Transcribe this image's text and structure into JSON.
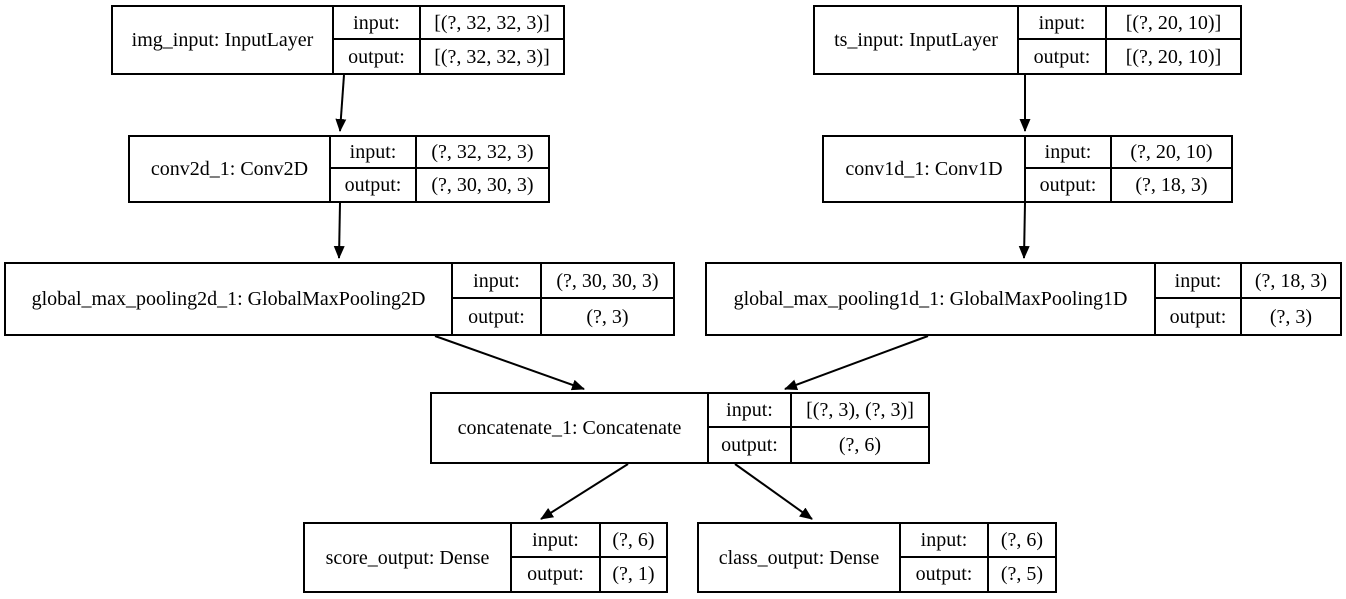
{
  "io": {
    "input_label": "input:",
    "output_label": "output:"
  },
  "colors": {
    "border": "#000000",
    "background": "#ffffff",
    "text": "#000000"
  },
  "nodes": [
    {
      "id": "img_input",
      "label": "img_input: InputLayer",
      "input": "[(?, 32, 32, 3)]",
      "output": "[(?, 32, 32, 3)]"
    },
    {
      "id": "ts_input",
      "label": "ts_input: InputLayer",
      "input": "[(?, 20, 10)]",
      "output": "[(?, 20, 10)]"
    },
    {
      "id": "conv2d_1",
      "label": "conv2d_1: Conv2D",
      "input": "(?, 32, 32, 3)",
      "output": "(?, 30, 30, 3)"
    },
    {
      "id": "conv1d_1",
      "label": "conv1d_1: Conv1D",
      "input": "(?, 20, 10)",
      "output": "(?, 18, 3)"
    },
    {
      "id": "global_max_pooling2d_1",
      "label": "global_max_pooling2d_1: GlobalMaxPooling2D",
      "input": "(?, 30, 30, 3)",
      "output": "(?, 3)"
    },
    {
      "id": "global_max_pooling1d_1",
      "label": "global_max_pooling1d_1: GlobalMaxPooling1D",
      "input": "(?, 18, 3)",
      "output": "(?, 3)"
    },
    {
      "id": "concatenate_1",
      "label": "concatenate_1: Concatenate",
      "input": "[(?, 3), (?, 3)]",
      "output": "(?, 6)"
    },
    {
      "id": "score_output",
      "label": "score_output: Dense",
      "input": "(?, 6)",
      "output": "(?, 1)"
    },
    {
      "id": "class_output",
      "label": "class_output: Dense",
      "input": "(?, 6)",
      "output": "(?, 5)"
    }
  ],
  "edges": [
    {
      "from": "img_input",
      "to": "conv2d_1"
    },
    {
      "from": "ts_input",
      "to": "conv1d_1"
    },
    {
      "from": "conv2d_1",
      "to": "global_max_pooling2d_1"
    },
    {
      "from": "conv1d_1",
      "to": "global_max_pooling1d_1"
    },
    {
      "from": "global_max_pooling2d_1",
      "to": "concatenate_1"
    },
    {
      "from": "global_max_pooling1d_1",
      "to": "concatenate_1"
    },
    {
      "from": "concatenate_1",
      "to": "score_output"
    },
    {
      "from": "concatenate_1",
      "to": "class_output"
    }
  ]
}
